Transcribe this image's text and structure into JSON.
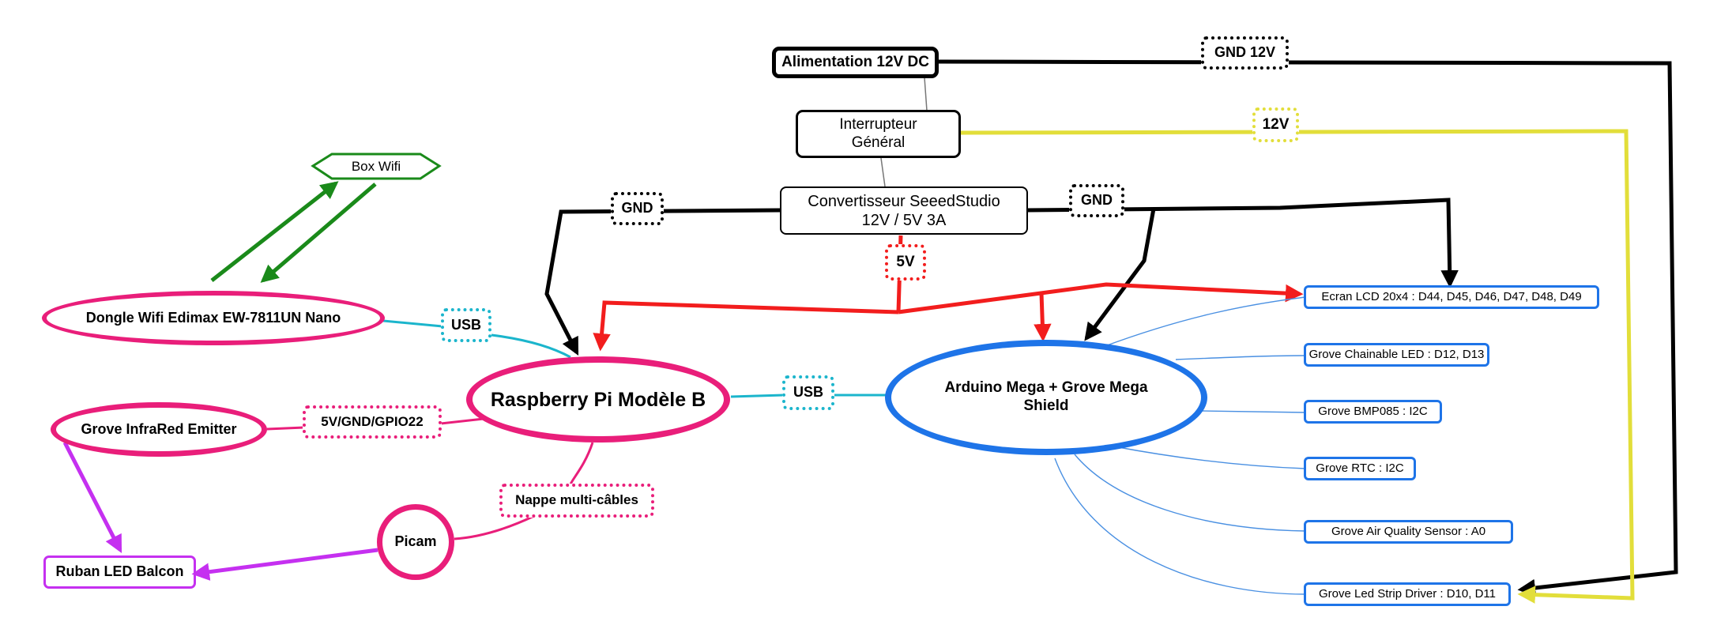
{
  "colors": {
    "black": "#000000",
    "pink": "#e91e7a",
    "blue": "#1e74e8",
    "green": "#1a8a1a",
    "red": "#f21d1d",
    "yellow": "#e2de3a",
    "cyan": "#1bb5cc",
    "purple": "#c530f0",
    "thin_blue": "#4a90e2",
    "thin_gray": "#777777"
  },
  "nodes": {
    "power_supply": "Alimentation 12V DC",
    "main_switch": "Interrupteur Général",
    "main_switch_line1": "Interrupteur",
    "main_switch_line2": "Général",
    "converter_line1": "Convertisseur SeeedStudio",
    "converter_line2": "12V / 5V 3A",
    "box_wifi": "Box Wifi",
    "wifi_dongle": "Dongle Wifi Edimax EW-7811UN Nano",
    "raspberry_pi": "Raspberry Pi Modèle B",
    "infrared_emitter": "Grove InfraRed Emitter",
    "picam": "Picam",
    "led_ribbon": "Ruban LED Balcon",
    "arduino_line1": "Arduino Mega + Grove Mega",
    "arduino_line2": "Shield"
  },
  "peripherals": [
    "Ecran LCD 20x4 : D44, D45, D46, D47, D48, D49",
    "Grove Chainable LED : D12, D13",
    "Grove BMP085 : I2C",
    "Grove RTC : I2C",
    "Grove Air Quality Sensor : A0",
    "Grove Led Strip Driver : D10, D11"
  ],
  "connection_labels": {
    "gnd_12v": "GND 12V",
    "v12": "12V",
    "gnd_left": "GND",
    "gnd_right": "GND",
    "v5": "5V",
    "usb_dongle": "USB",
    "usb_arduino": "USB",
    "ir_wiring": "5V/GND/GPIO22",
    "ribbon_cable": "Nappe multi-câbles"
  }
}
